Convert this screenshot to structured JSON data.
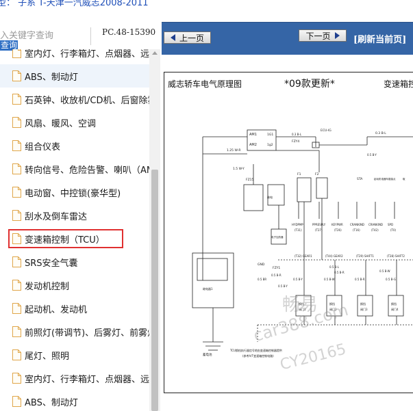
{
  "window": {
    "title": "型：  子系 T-天津一汽威志2008-2011"
  },
  "search": {
    "placeholder": "入关键字查询",
    "button_label": "查询",
    "pc_code": "PC.48-15390"
  },
  "tree": {
    "items": [
      {
        "label": "室内灯、行李箱灯、点烟器、远"
      },
      {
        "label": "ABS、制动灯"
      },
      {
        "label": "石英钟、收放机/CD机、后窗除雾"
      },
      {
        "label": "风扇、暖风、空调"
      },
      {
        "label": "组合仪表"
      },
      {
        "label": "转向信号、危险告警、喇叭（AM"
      },
      {
        "label": "电动窗、中控锁(豪华型)"
      },
      {
        "label": "刮水及倒车雷达"
      },
      {
        "label": "变速箱控制（TCU）"
      },
      {
        "label": "SRS安全气囊"
      },
      {
        "label": "发动机控制"
      },
      {
        "label": "起动机、发动机"
      },
      {
        "label": "前照灯(带调节)、后雾灯、前雾灯"
      },
      {
        "label": "尾灯、照明"
      },
      {
        "label": "室内灯、行李箱灯、点烟器、远"
      },
      {
        "label": "ABS、制动灯"
      }
    ],
    "highlighted_index": 1,
    "selected_index": 8,
    "icon": "document-icon"
  },
  "viewer": {
    "prev_label": "上一页",
    "next_label": "下一页",
    "refresh_label": "[刷新当前页]",
    "diagram": {
      "title": "威志轿车电气原理图",
      "version": "*09款更新*",
      "section": "变速箱控制",
      "labels": {
        "am1": "AM1",
        "am2": "AM2",
        "ig1": "1G1",
        "ig2": "1g2",
        "f1": "F1",
        "f2": "F2",
        "fzy4": "FZY4",
        "fz15": "FZ15",
        "fzy1": "FZY1",
        "b_bl": "0.3 B-L",
        "ecu_ig": "ECU-IG",
        "w_1": "1.25 W-R",
        "w_2": "1.5 W-Y",
        "tcu_relay": "继电器1",
        "heated": "电子加热器",
        "gnd": "GND",
        "gnd_note": "蓄电池",
        "connectors": [
          "HYDPMP",
          "PPRESPLY",
          "KEYPWR",
          "CRANKIND",
          "CRANKIND",
          "SPD"
        ],
        "connector_codes": [
          "(T31)",
          "(T27)",
          "(T26)",
          "(T16)",
          "(T42)",
          "(T0)"
        ],
        "gears": [
          "(T32) GEAR1",
          "(T44) GEAR2",
          "(T29) SHIFT1",
          "(T28) SHIFT2"
        ],
        "gear_wires": [
          "0.5 B-Y",
          "0.5 B-W",
          "0.5 B-R",
          "0.5 B-G"
        ],
        "valves": [
          "换挡\n阀门1",
          "换挡\n阀门2",
          "换挡\n阀门3",
          "换挡\n阀门4"
        ],
        "sta": "STA",
        "sta_note": "起动机电器车路接点",
        "spd_note": "取",
        "bottom_note": "TCU换档执行器信号地由变速箱控制器提供",
        "bottom_note2": "(参考A/T变速箱控制电路)",
        "wire_labels": [
          "0.5 BR",
          "0.5 B-R",
          "0.5 B-Y",
          "0.3 B-L",
          "0.5 B-Y",
          "0.5 B-R",
          "0.5 B-L",
          "0.5 B-W"
        ]
      }
    },
    "watermark": {
      "line1": "畅易",
      "line2": "car388.com",
      "line3": "CY20165"
    }
  },
  "colors": {
    "nav_bar": "#3565a6",
    "selection_box": "#e03030",
    "query_button": "#2e6fc4",
    "highlight_row": "#eef4fb"
  }
}
